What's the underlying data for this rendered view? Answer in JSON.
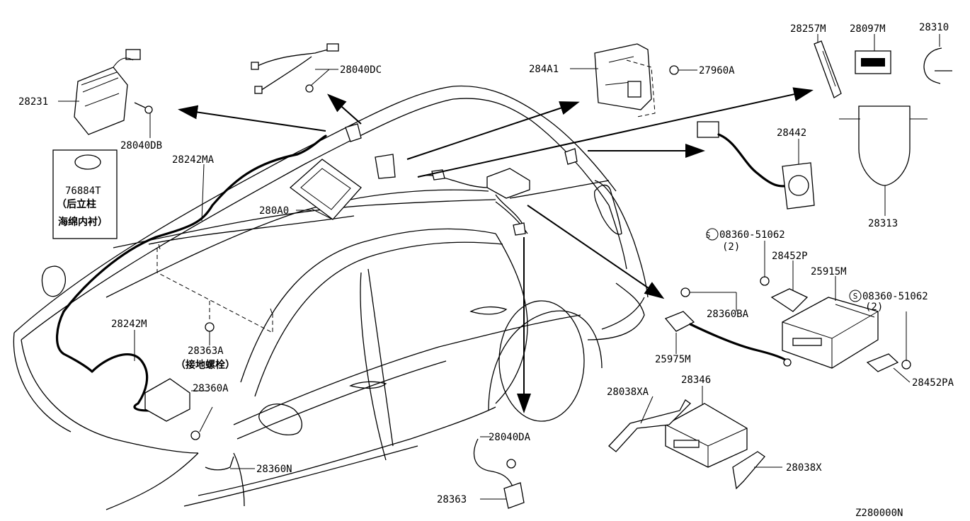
{
  "diagram_code": "Z280000N",
  "parts": {
    "p28231": "28231",
    "p28040DB": "28040DB",
    "p28040DC": "28040DC",
    "p28242MA": "28242MA",
    "p76884T": "76884T",
    "p76884T_note1": "（后立柱",
    "p76884T_note2": "海绵内衬）",
    "p280A0": "280A0",
    "p284A1": "284A1",
    "p27960A": "27960A",
    "p28257M": "28257M",
    "p28097M": "28097M",
    "p28310": "28310",
    "p28442": "28442",
    "p28313": "28313",
    "p08360_top": "08360-51062",
    "p08360_top_qty": "(2)",
    "p28452P": "28452P",
    "p25915M": "25915M",
    "p08360_right": "08360-51062",
    "p08360_right_qty": "(2)",
    "p28360BA": "28360BA",
    "p25975M": "25975M",
    "p28452PA": "28452PA",
    "p28242M": "28242M",
    "p28363A": "28363A",
    "p28363A_note": "（接地螺栓）",
    "p28360A": "28360A",
    "p28360N": "28360N",
    "p28038XA": "28038XA",
    "p28346": "28346",
    "p28038X": "28038X",
    "p28040DA": "28040DA",
    "p28363": "28363"
  }
}
